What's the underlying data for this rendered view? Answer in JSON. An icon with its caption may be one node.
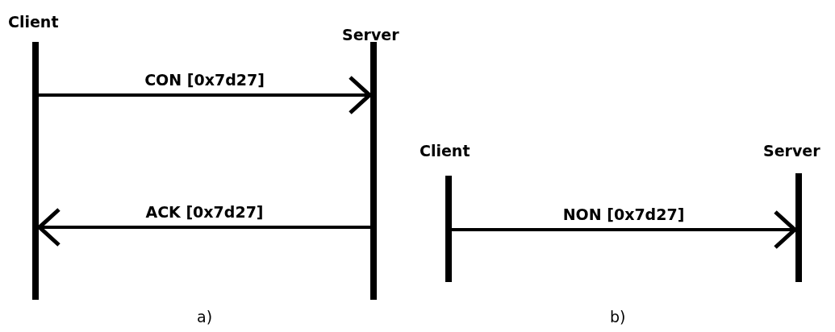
{
  "diagram": {
    "nodes": [
      {
        "text": [
          "Client"
        ]
      },
      {
        "text": [
          "Server"
        ]
      },
      {
        "text": [
          "Client"
        ]
      },
      {
        "text": [
          "Server"
        ]
      }
    ],
    "edges": [
      {
        "from": 0,
        "to": 1,
        "arrow": "to",
        "label": "CON [0x7d27]"
      },
      {
        "from": 1,
        "to": 0,
        "arrow": "to",
        "label": "ACK [0x7d27]"
      },
      {
        "from": 2,
        "to": 3,
        "arrow": "to",
        "label": "NON [0x7d27]"
      }
    ],
    "labels": [
      "a)",
      "b)"
    ]
  }
}
